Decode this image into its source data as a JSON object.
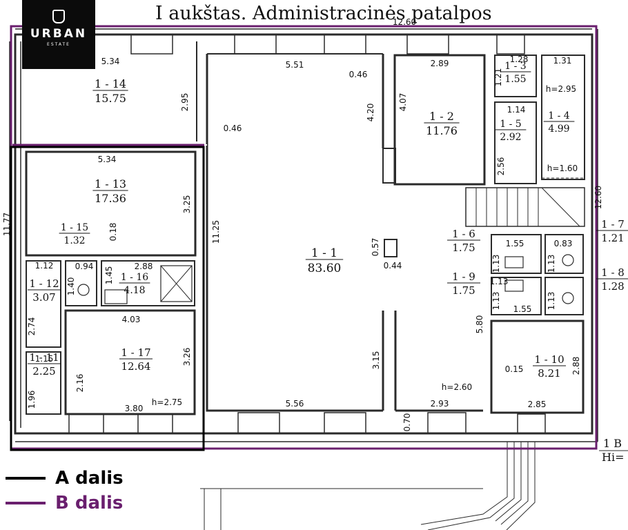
{
  "title": "I aukštas.  Administracinės patalpos",
  "logo": {
    "name": "URBAN",
    "sub": "ESTATE"
  },
  "legend": [
    {
      "label": "A dalis",
      "color": "#000000"
    },
    {
      "label": "B dalis",
      "color": "#6a1f6e"
    }
  ],
  "rooms": [
    {
      "id": "1 - 1",
      "area": "83.60"
    },
    {
      "id": "1 - 2",
      "area": "11.76"
    },
    {
      "id": "1 - 3",
      "area": "1.55"
    },
    {
      "id": "1 - 4",
      "area": "4.99"
    },
    {
      "id": "1 - 5",
      "area": "2.92"
    },
    {
      "id": "1 - 6",
      "area": "1.75"
    },
    {
      "id": "1 - 7",
      "area": "1.21"
    },
    {
      "id": "1 - 8",
      "area": "1.28"
    },
    {
      "id": "1 - 9",
      "area": "1.75"
    },
    {
      "id": "1 - 10",
      "area": "8.21"
    },
    {
      "id": "1 - 11",
      "area": "2.25"
    },
    {
      "id": "1 - 12",
      "area": "3.07"
    },
    {
      "id": "1 - 13",
      "area": "17.36"
    },
    {
      "id": "1 - 14",
      "area": "15.75"
    },
    {
      "id": "1 - 15",
      "area": "1.32"
    },
    {
      "id": "1 - 16",
      "area": "4.18"
    },
    {
      "id": "1 - 17",
      "area": "12.64"
    }
  ],
  "dimensions": [
    "5.34",
    "2.95",
    "0.46",
    "5.51",
    "0.46",
    "4.20",
    "4.07",
    "2.89",
    "1.28",
    "1.21",
    "1.31",
    "h=2.95",
    "1.14",
    "2.56",
    "h=1.60",
    "12.60",
    "5.34",
    "3.25",
    "11.77",
    "11.25",
    "0.18",
    "0.94",
    "1.12",
    "2.88",
    "1.40",
    "1.45",
    "2.74",
    "4.03",
    "3.26",
    "1.15",
    "2.16",
    "1.96",
    "3.80",
    "h=2.75",
    "0.57",
    "0.44",
    "1.55",
    "0.83",
    "1.13",
    "1.13",
    "1.13",
    "1.55",
    "1.13",
    "1.13",
    "5.80",
    "3.15",
    "0.15",
    "2.88",
    "h=2.60",
    "5.56",
    "0.70",
    "2.93",
    "2.85",
    "12.60"
  ],
  "edge_text": {
    "right_top": "1 B",
    "right_bottom": "Hi="
  }
}
